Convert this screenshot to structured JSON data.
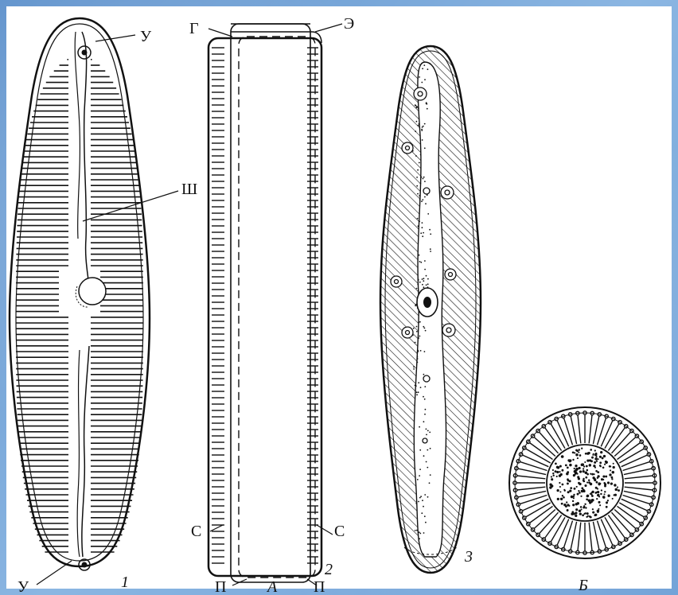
{
  "labels": {
    "u_top": "У",
    "sh": "Ш",
    "u_bottom": "У",
    "g": "Г",
    "e": "Э",
    "s_left": "С",
    "s_right": "С",
    "p_left": "П",
    "p_right": "П",
    "two": "2",
    "one": "1",
    "a": "А",
    "three": "3",
    "b": "Б"
  },
  "colors": {
    "background": "#6f9fd3",
    "panel": "#ffffff",
    "ink": "#111111"
  }
}
